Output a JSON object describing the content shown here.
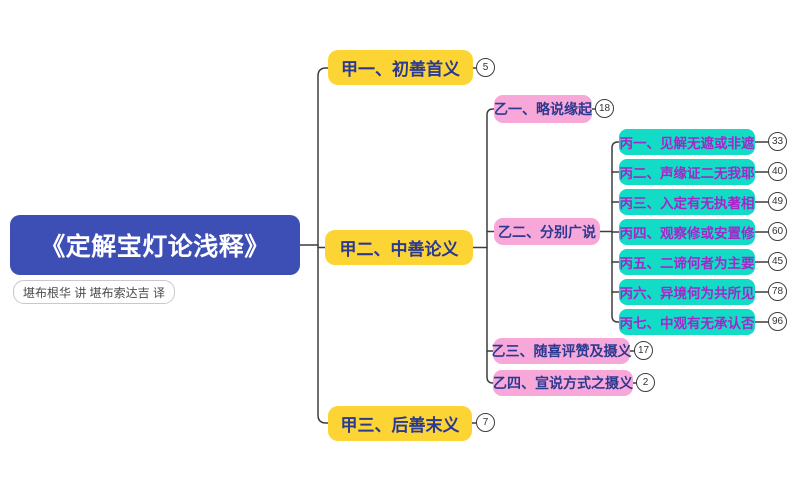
{
  "colors": {
    "background": "#FFFFFF",
    "root_fill": "#3D4EB5",
    "root_text": "#FFFFFF",
    "level1_fill": "#FCD535",
    "level2_fill": "#F7A8D8",
    "level1_2_text": "#2B3990",
    "level3_fill": "#12DCC6",
    "level3_text": "#A526C9",
    "connector_line": "#3D3D3D",
    "badge_border": "#3D3D3D",
    "badge_text": "#333333"
  },
  "tree": {
    "root": {
      "title": "《定解宝灯论浅释》",
      "subtitle": "堪布根华 讲 堪布索达吉 译"
    },
    "children": [
      {
        "label": "甲一、初善首义",
        "badge": "5"
      },
      {
        "label": "甲二、中善论义",
        "children": [
          {
            "label": "乙一、略说缘起",
            "badge": "18"
          },
          {
            "label": "乙二、分别广说",
            "children": [
              {
                "label": "丙一、见解无遮或非遮",
                "badge": "33"
              },
              {
                "label": "丙二、声缘证二无我耶",
                "badge": "40"
              },
              {
                "label": "丙三、入定有无执著相",
                "badge": "49"
              },
              {
                "label": "丙四、观察修或安置修",
                "badge": "60"
              },
              {
                "label": "丙五、二谛何者为主要",
                "badge": "45"
              },
              {
                "label": "丙六、异境何为共所见",
                "badge": "78"
              },
              {
                "label": "丙七、中观有无承认否",
                "badge": "96"
              }
            ]
          },
          {
            "label": "乙三、随喜评赞及摄义",
            "badge": "17"
          },
          {
            "label": "乙四、宣说方式之摄义",
            "badge": "2"
          }
        ]
      },
      {
        "label": "甲三、后善末义",
        "badge": "7"
      }
    ]
  }
}
